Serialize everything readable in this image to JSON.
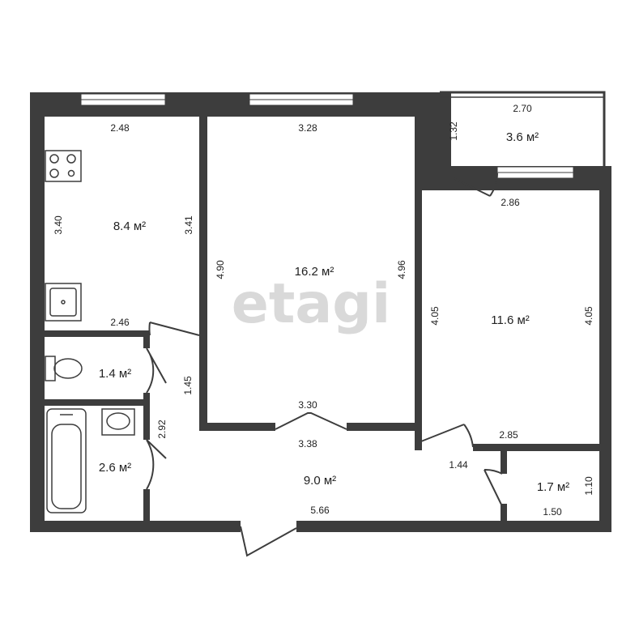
{
  "watermark": "etagi",
  "rooms": {
    "kitchen": {
      "area": "8.4 м²",
      "top": "2.48",
      "bottom": "2.46",
      "left": "3.40",
      "right": "3.41"
    },
    "living_room": {
      "area": "16.2 м²",
      "top": "3.28",
      "bottom": "3.30",
      "left": "4.90",
      "right": "4.96"
    },
    "balcony": {
      "area": "3.6 м²",
      "top": "2.70",
      "side": "1.32"
    },
    "bedroom": {
      "area": "11.6 м²",
      "top": "2.86",
      "bottom": "2.85",
      "left": "4.05",
      "right": "4.05"
    },
    "toilet": {
      "area": "1.4 м²"
    },
    "bathroom": {
      "area": "2.6 м²",
      "side": "2.92"
    },
    "hallway": {
      "area": "9.0 м²",
      "top": "3.38",
      "bottom": "5.66",
      "side": "1.45",
      "right": "1.44"
    },
    "closet": {
      "area": "1.7 м²",
      "bottom": "1.50",
      "side": "1.10"
    }
  },
  "colors": {
    "wall": "#3d3d3d",
    "window": "#ffffff",
    "text": "#222222"
  }
}
